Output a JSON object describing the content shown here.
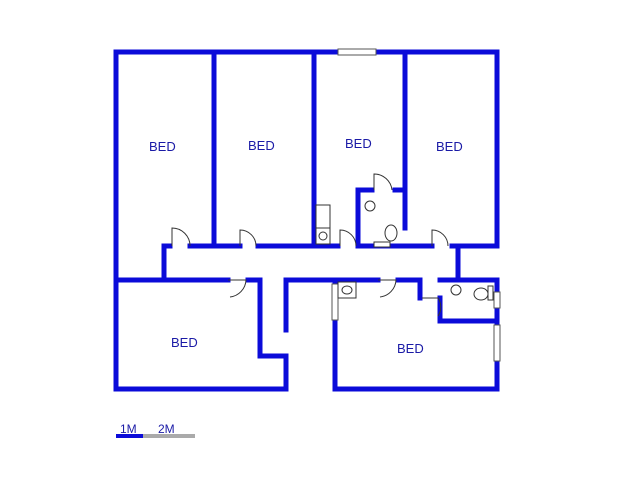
{
  "rooms": [
    {
      "id": "bed-1",
      "label": "BED"
    },
    {
      "id": "bed-2",
      "label": "BED"
    },
    {
      "id": "bed-3",
      "label": "BED"
    },
    {
      "id": "bed-4",
      "label": "BED"
    },
    {
      "id": "bed-5",
      "label": "BED"
    },
    {
      "id": "bed-6",
      "label": "BED"
    }
  ],
  "scale_bar": {
    "first": "1M",
    "second": "2M"
  },
  "colors": {
    "wall": "#0b0bd9",
    "label": "#1a1aa6",
    "scale_dark": "#0b0bd9",
    "scale_light": "#aaaaaa"
  }
}
